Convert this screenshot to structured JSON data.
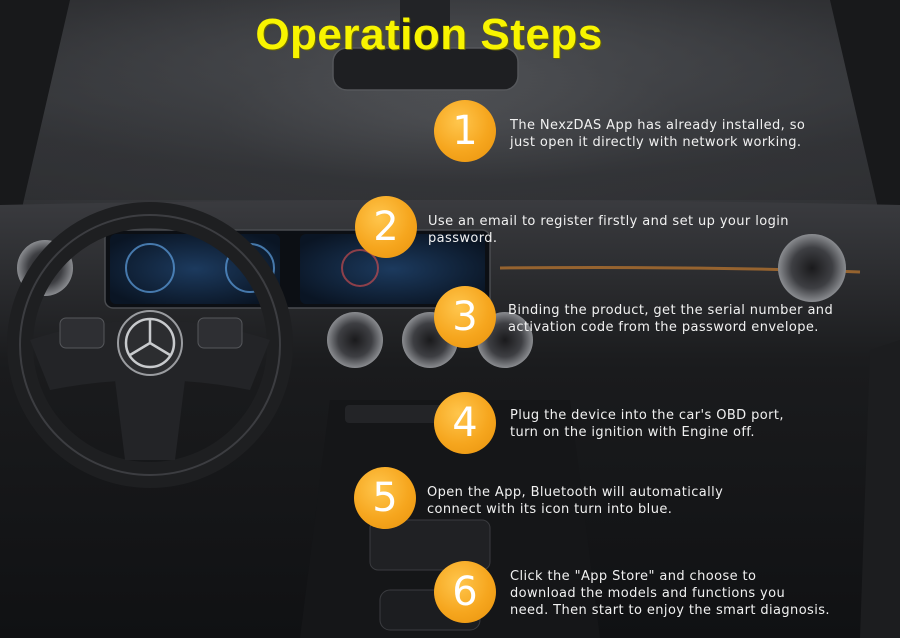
{
  "title": "Operation Steps",
  "accent_color": "#f8f400",
  "badge_color": "#f6a61e",
  "steps": [
    {
      "number": "1",
      "text": "The NexzDAS App has already installed, so\njust open it directly with network working."
    },
    {
      "number": "2",
      "text": "Use an email to register firstly and set up your login\npassword."
    },
    {
      "number": "3",
      "text": "Binding the product, get the serial number and\nactivation code from the password envelope."
    },
    {
      "number": "4",
      "text": "Plug the device into the car's OBD port,\nturn on the ignition with Engine off."
    },
    {
      "number": "5",
      "text": "Open the App, Bluetooth will automatically\nconnect with its icon turn into blue."
    },
    {
      "number": "6",
      "text": "Click the \"App Store\" and choose to\ndownload the models and functions you\nneed. Then start to enjoy the smart diagnosis."
    }
  ]
}
